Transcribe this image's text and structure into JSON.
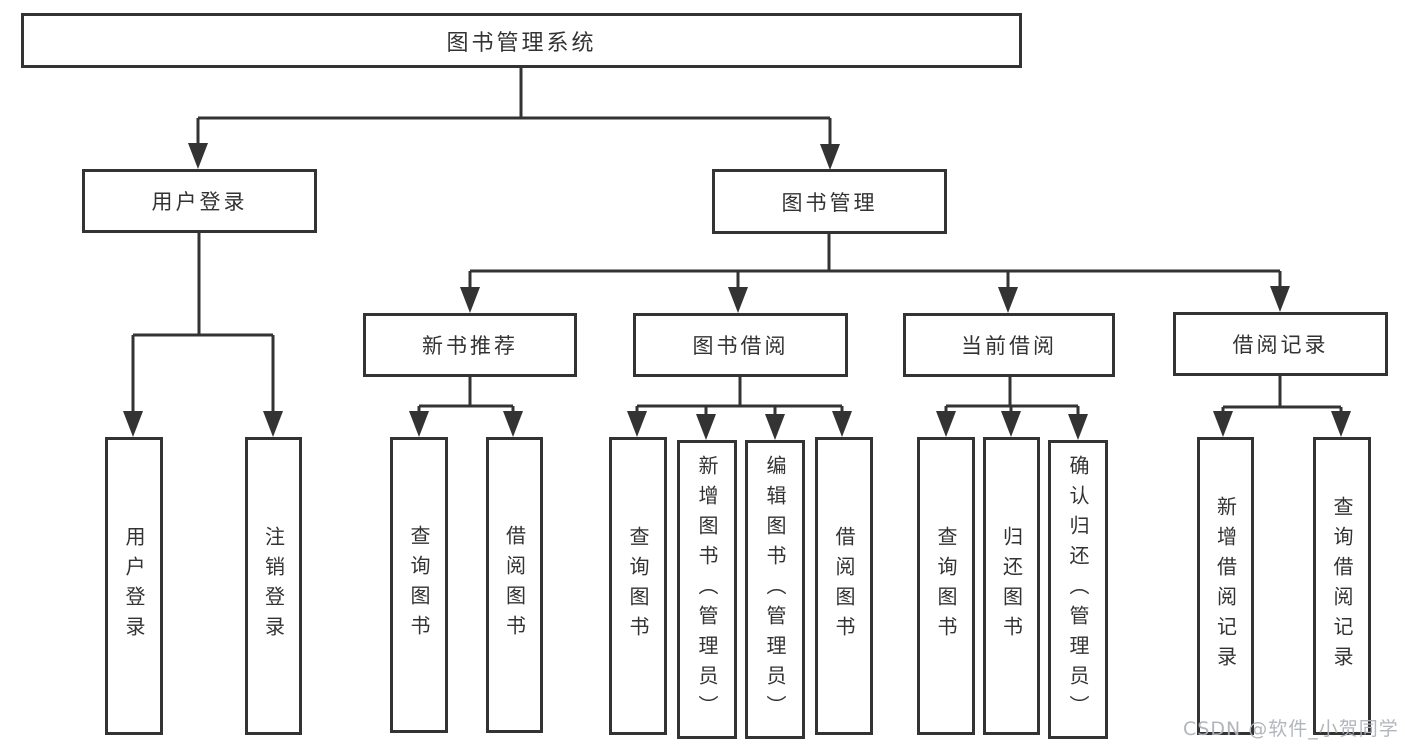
{
  "diagram": {
    "type": "hierarchy-tree",
    "title": "图书管理系统",
    "watermark": "CSDN @软件_小贺同学",
    "colors": {
      "line": "#333333",
      "text": "#333333",
      "background": "#ffffff",
      "watermark": "#aeb2b8"
    }
  },
  "tree": {
    "root": "图书管理系统",
    "branches": [
      {
        "label": "用户登录",
        "children": [
          "用户登录",
          "注销登录"
        ]
      },
      {
        "label": "图书管理",
        "children": [
          {
            "label": "新书推荐",
            "children": [
              "查询图书",
              "借阅图书"
            ]
          },
          {
            "label": "图书借阅",
            "children": [
              "查询图书",
              "新增图书（管理员）",
              "编辑图书（管理员）",
              "借阅图书"
            ]
          },
          {
            "label": "当前借阅",
            "children": [
              "查询图书",
              "归还图书",
              "确认归还（管理员）"
            ]
          },
          {
            "label": "借阅记录",
            "children": [
              "新增借阅记录",
              "查询借阅记录"
            ]
          }
        ]
      }
    ]
  }
}
